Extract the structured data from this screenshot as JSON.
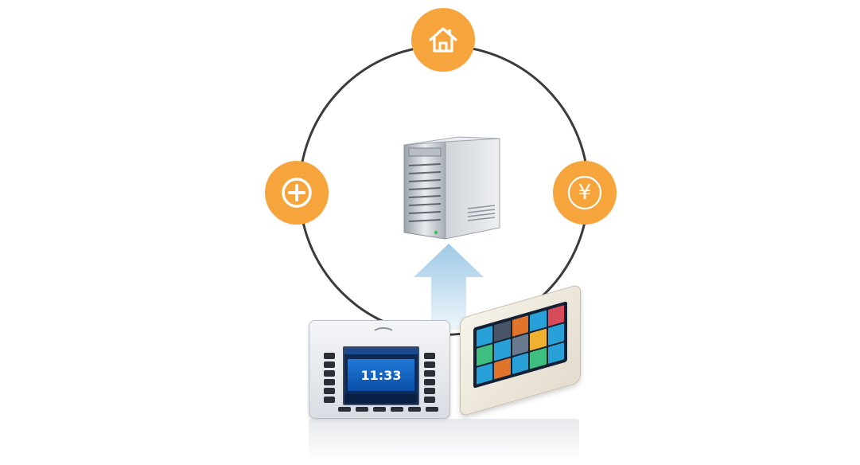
{
  "diagram": {
    "device_screen": {
      "clock_text": "11:33"
    },
    "nodes": [
      {
        "id": "home",
        "icon": "house-icon"
      },
      {
        "id": "plus",
        "icon": "plus-circle-icon"
      },
      {
        "id": "yen",
        "icon": "yen-icon",
        "glyph": "¥"
      }
    ],
    "colors": {
      "node_fill": "#f5a53c",
      "ring_stroke": "#3b3b3d",
      "arrow_fill": "#bfdcef",
      "server_body": "#d7dade"
    }
  }
}
